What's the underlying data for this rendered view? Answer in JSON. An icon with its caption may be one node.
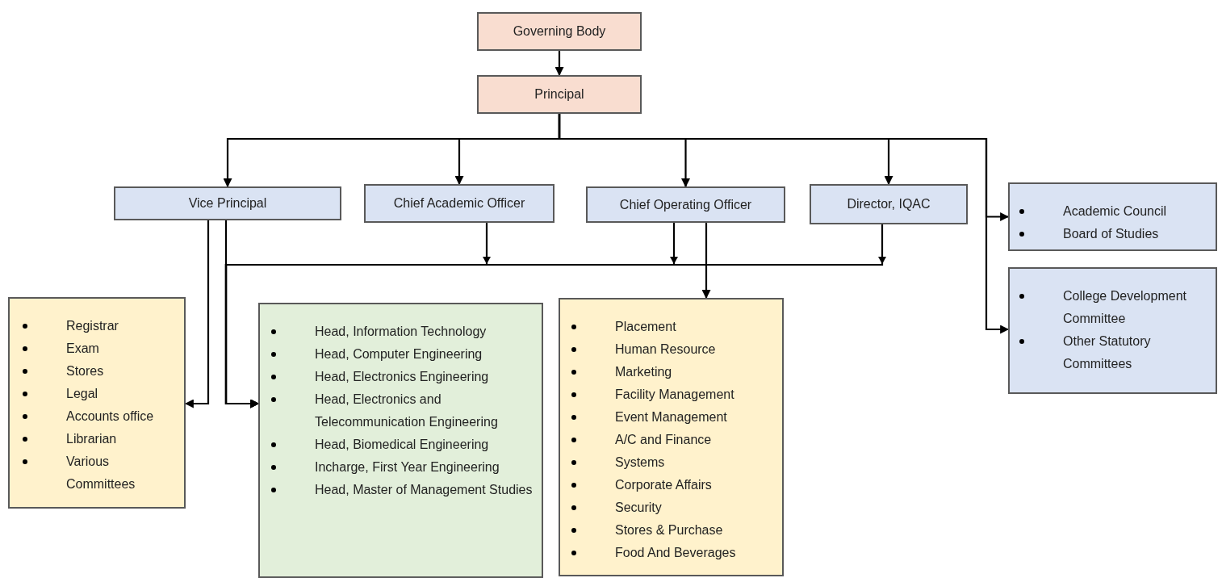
{
  "diagram": {
    "nodes": [
      {
        "text": [
          "Governing Body"
        ]
      },
      {
        "text": [
          "Principal"
        ]
      },
      {
        "text": [
          "Vice Principal"
        ]
      },
      {
        "text": [
          "Chief Academic Officer"
        ]
      },
      {
        "text": [
          "Chief Operating Officer"
        ]
      },
      {
        "text": [
          "Director, IQAC"
        ]
      },
      {
        "text": [
          "Academic Council",
          "Board of Studies"
        ]
      },
      {
        "text": [
          "College Development Committee",
          "Other Statutory Committees"
        ]
      },
      {
        "text": [
          "Registrar",
          "Exam",
          "Stores",
          "Legal",
          "Accounts office",
          "Librarian",
          "Various Committees"
        ]
      },
      {
        "text": [
          "Head, Information Technology",
          "Head, Computer Engineering",
          "Head, Electronics Engineering",
          "Head, Electronics and Telecommunication Engineering",
          "Head, Biomedical Engineering",
          "Incharge, First Year Engineering",
          "Head, Master of Management Studies"
        ]
      },
      {
        "text": [
          "Placement",
          "Human Resource",
          "Marketing",
          "Facility Management",
          "Event Management",
          "A/C and Finance",
          "Systems",
          "Corporate Affairs",
          "Security",
          "Stores & Purchase",
          "Food And Beverages"
        ]
      }
    ],
    "edges": [
      {
        "from": 0,
        "to": 1,
        "arrow": "to"
      },
      {
        "from": 1,
        "to": 2,
        "arrow": "to"
      },
      {
        "from": 1,
        "to": 3,
        "arrow": "to"
      },
      {
        "from": 1,
        "to": 4,
        "arrow": "to"
      },
      {
        "from": 1,
        "to": 5,
        "arrow": "to"
      },
      {
        "from": 1,
        "to": 6,
        "arrow": "to"
      },
      {
        "from": 1,
        "to": 7,
        "arrow": "to"
      },
      {
        "from": 2,
        "to": 8,
        "arrow": "to"
      },
      {
        "from": 2,
        "to": 9,
        "arrow": "to"
      },
      {
        "from": 3,
        "to": 9,
        "arrow": "to"
      },
      {
        "from": 4,
        "to": 9,
        "arrow": "to"
      },
      {
        "from": 5,
        "to": 9,
        "arrow": "to"
      },
      {
        "from": 4,
        "to": 10,
        "arrow": "to"
      }
    ]
  }
}
